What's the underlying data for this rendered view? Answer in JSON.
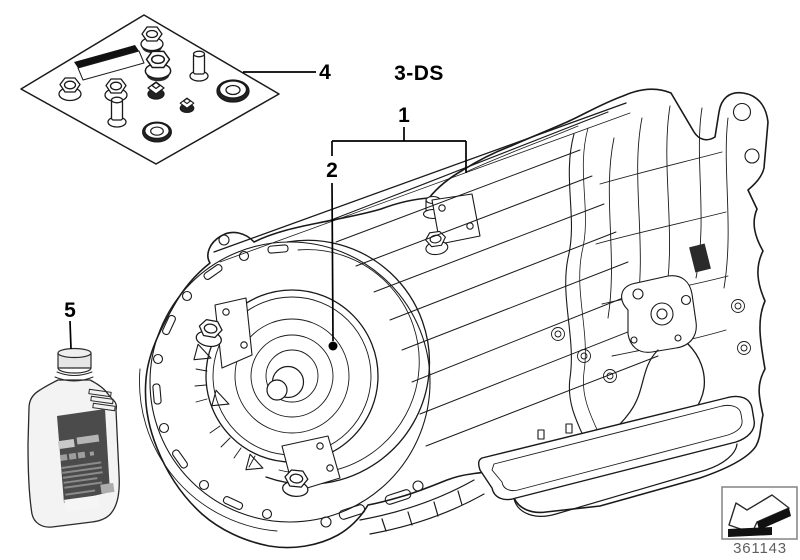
{
  "page": {
    "background_color": "#ffffff"
  },
  "diagram": {
    "type": "parts-catalog-line-drawing",
    "title": "3-DS",
    "callouts": {
      "transmission_assembly": "1",
      "torque_converter": "2",
      "sealing_plug_set": "4",
      "oil_bottle": "5"
    },
    "part_number": "361143"
  },
  "icons": {
    "footer_stamp": "arrow-lower-left-icon"
  },
  "colors": {
    "line": "#1a1a1a",
    "callout_text": "#000000",
    "part_number_text": "#5f5f5f",
    "stamp_border": "#8a8a8a",
    "stamp_black": "#111111",
    "bottle_label": "#4b4b4b",
    "bottle_body": "#f3f3f3",
    "cap_gray": "#e6e6e6"
  }
}
